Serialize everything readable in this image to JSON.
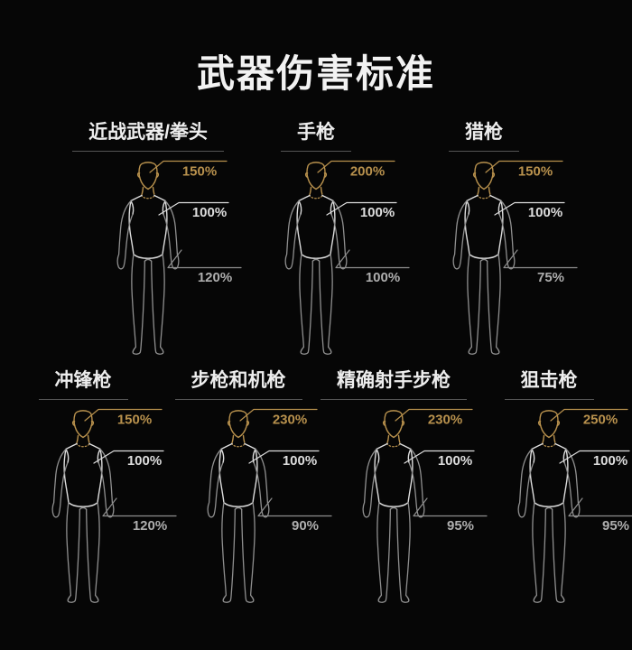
{
  "title": "武器伤害标准",
  "colors": {
    "background": "#060606",
    "title_text": "#f2f2f2",
    "weapon_label_text": "#ededed",
    "label_underline": "#555555",
    "head_accent": "#b8914d",
    "body_accent": "#dedede",
    "limb_line": "#8f8f8f",
    "limb_text": "#aeaeae"
  },
  "figures": [
    {
      "row": 1,
      "weapon": "近战武器/拳头",
      "head": "150%",
      "body": "100%",
      "limbs": "120%"
    },
    {
      "row": 1,
      "weapon": "手枪",
      "head": "200%",
      "body": "100%",
      "limbs": "100%"
    },
    {
      "row": 1,
      "weapon": "猎枪",
      "head": "150%",
      "body": "100%",
      "limbs": "75%"
    },
    {
      "row": 2,
      "weapon": "冲锋枪",
      "head": "150%",
      "body": "100%",
      "limbs": "120%"
    },
    {
      "row": 2,
      "weapon": "步枪和机枪",
      "head": "230%",
      "body": "100%",
      "limbs": "90%"
    },
    {
      "row": 2,
      "weapon": "精确射手步枪",
      "head": "230%",
      "body": "100%",
      "limbs": "95%"
    },
    {
      "row": 2,
      "weapon": "狙击枪",
      "head": "250%",
      "body": "100%",
      "limbs": "95%"
    }
  ]
}
